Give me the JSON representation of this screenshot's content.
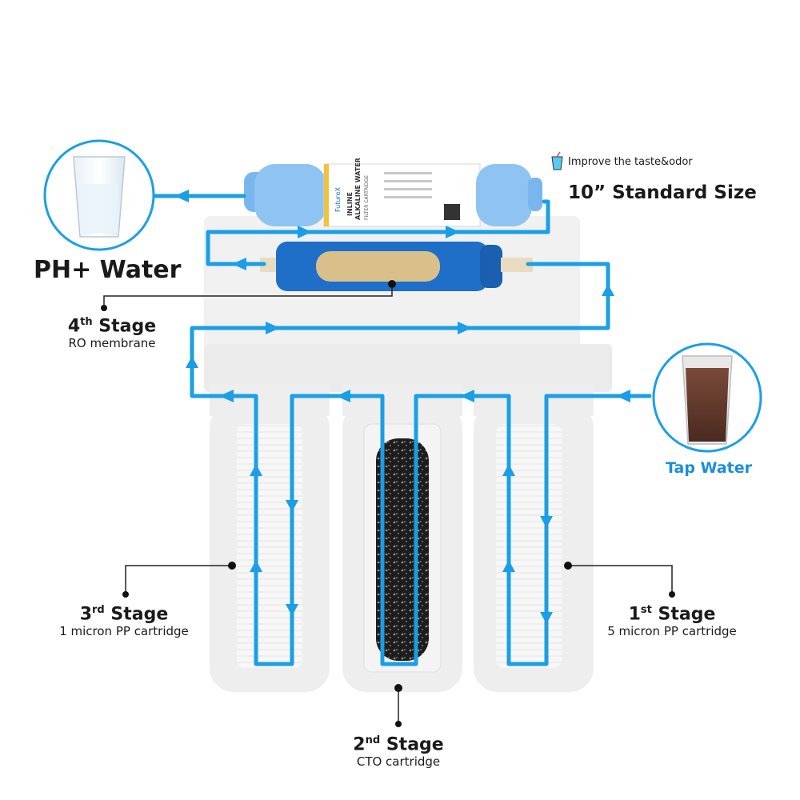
{
  "colors": {
    "flow": "#1a9fe6",
    "tap_water_text": "#1a8fd8",
    "housing": "#eeeeee",
    "ro_membrane": "#1f6fc9",
    "inline_filter": "#8fc3f2",
    "text": "#1a1a1a"
  },
  "labels": {
    "improve_taste": "Improve the taste&odor",
    "standard_size": "10”  Standard Size",
    "ph_water": "PH+ Water",
    "tap_water": "Tap Water"
  },
  "stages": [
    {
      "num": "1",
      "suffix": "st",
      "word": "Stage",
      "sub": "5 micron PP cartridge"
    },
    {
      "num": "2",
      "suffix": "nd",
      "word": "Stage",
      "sub": "CTO cartridge"
    },
    {
      "num": "3",
      "suffix": "rd",
      "word": "Stage",
      "sub": "1 micron PP cartridge"
    },
    {
      "num": "4",
      "suffix": "th",
      "word": "Stage",
      "sub": "RO membrane"
    }
  ],
  "inline_filter_text": {
    "brand": "FutureX",
    "line1": "INLINE",
    "line2": "ALKALINE WATER",
    "line3": "FILTER CARTRIDGE"
  },
  "icons": [
    "cup-icon",
    "water-glass-icon",
    "tap-water-glass-icon",
    "flow-arrow-icon"
  ]
}
